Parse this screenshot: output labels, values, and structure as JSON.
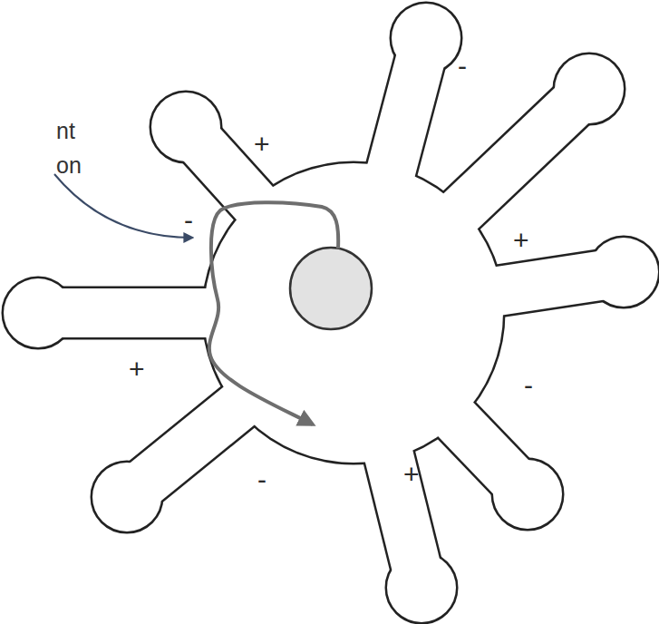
{
  "diagram": {
    "labels": [
      "nt",
      "on",
      "+",
      "-",
      "+",
      "-",
      "+",
      "-",
      "+",
      "-"
    ]
  }
}
